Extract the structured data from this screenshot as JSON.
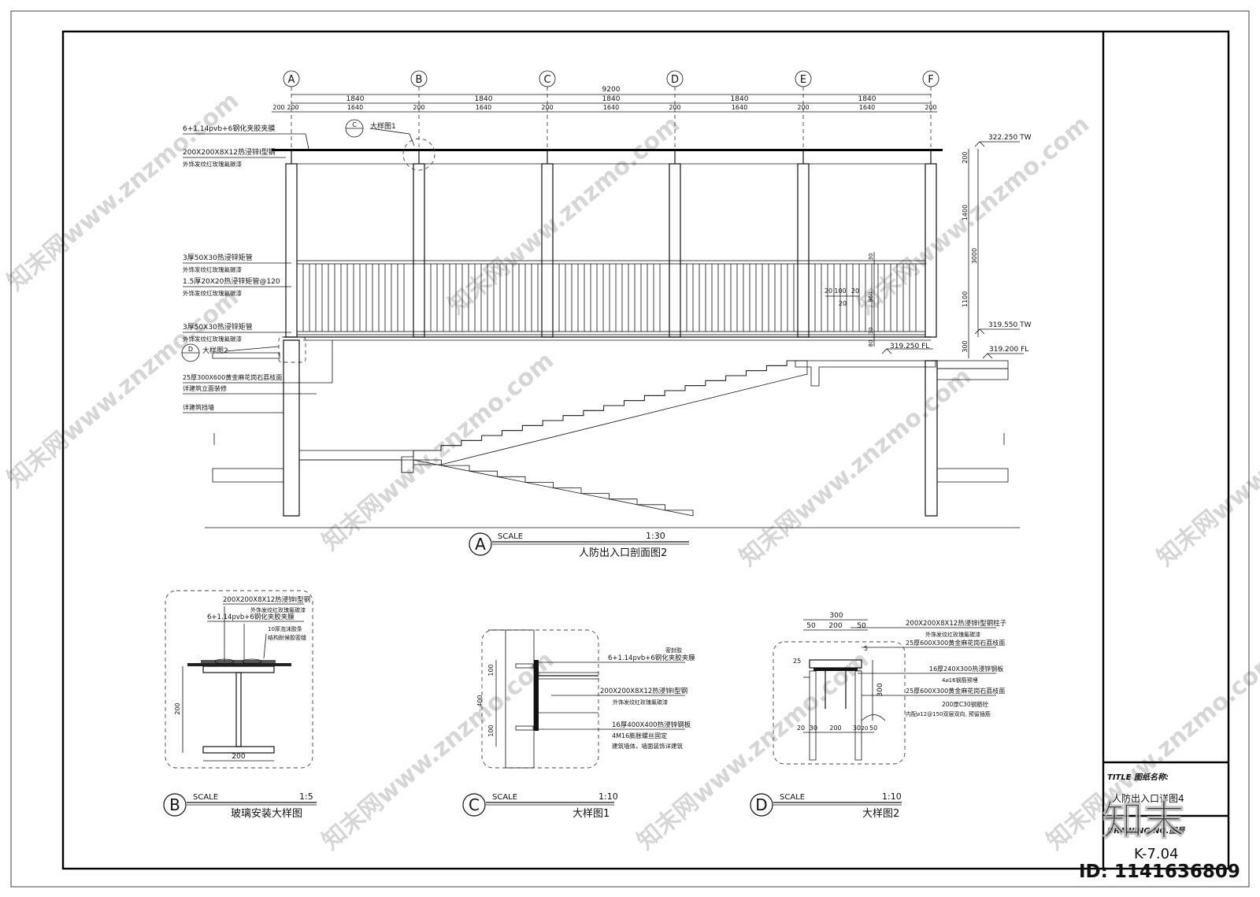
{
  "main_section": {
    "grid_labels": [
      "A",
      "B",
      "C",
      "D",
      "E",
      "F"
    ],
    "overall_dimension": "9200",
    "bay_dimensions": [
      "1840",
      "1840",
      "1840",
      "1840",
      "1840"
    ],
    "sub_dimensions": [
      "200",
      "200",
      "1640",
      "200",
      "1640",
      "200",
      "1640",
      "200",
      "1640",
      "200",
      "1640",
      "200"
    ],
    "notes": [
      "6+1.14pvb+6钢化夹胶夹膜",
      "200X200X8X12热浸锌I型钢",
      "外饰发纹红玫瑰氟碳漆",
      "3厚50X30热浸锌矩管",
      "外饰发纹红玫瑰氟碳漆",
      "1.5厚20X20热浸锌矩管@120",
      "外饰发纹红玫瑰氟碳漆",
      "3厚50X30热浸锌矩管",
      "外饰发纹红玫瑰氟碳漆",
      "25厚300X600黄金麻花岗石荔枝面",
      "详建筑立面装修",
      "详建筑挡墙"
    ],
    "detail_callout_c": {
      "letter": "C",
      "label": "大样图1"
    },
    "detail_callout_d": {
      "letter": "D",
      "label": "大样图2"
    },
    "elevations": [
      "322.250 TW",
      "319.550 TW",
      "319.250 FL",
      "319.200 FL"
    ],
    "right_dims": [
      "200",
      "1400",
      "3000",
      "1100",
      "300"
    ],
    "rail_dims": [
      "30",
      "960",
      "30",
      "80",
      "20",
      "100",
      "20",
      "20"
    ],
    "title": {
      "letter": "A",
      "scale_label": "SCALE",
      "scale": "1:30",
      "name": "人防出入口剖面图2"
    }
  },
  "detail_b": {
    "notes": [
      "200X200X8X12热浸锌I型钢",
      "外饰发纹红玫瑰氟碳漆",
      "6+1.14pvb+6钢化夹胶夹膜",
      "10厚泡沫胶条",
      "结构耐候胶密缝"
    ],
    "dims": [
      "200",
      "200"
    ],
    "title": {
      "letter": "B",
      "scale_label": "SCALE",
      "scale": "1:5",
      "name": "玻璃安装大样图"
    }
  },
  "detail_c": {
    "notes": [
      "密封胶",
      "6+1.14pvb+6钢化夹胶夹膜",
      "200X200X8X12热浸锌I型钢",
      "外饰发纹红玫瑰氟碳漆",
      "16厚400X400热浸锌钢板",
      "4M16膨胀螺丝固定",
      "建筑墙体，墙面装饰详建筑"
    ],
    "dims": [
      "100",
      "400",
      "100"
    ],
    "title": {
      "letter": "C",
      "scale_label": "SCALE",
      "scale": "1:10",
      "name": "大样图1"
    }
  },
  "detail_d": {
    "top_dims": [
      "300",
      "50",
      "200",
      "50"
    ],
    "notes": [
      "200X200X8X12热浸锌I型钢柱子",
      "外饰发纹红玫瑰氟碳漆",
      "25厚600X300黄金麻花岗石荔枝面",
      "16厚240X300热浸锌钢板",
      "4⌀16钢筋预埋",
      "25厚600X300黄金麻花岗石荔枝面",
      "200厚C30钢筋砼",
      "内配⌀12@150双层双向, 预留插筋"
    ],
    "side_dims": [
      "25",
      "5",
      "300"
    ],
    "bottom_dims": [
      "20",
      "30",
      "200",
      "30",
      "20",
      "50"
    ],
    "title": {
      "letter": "D",
      "scale_label": "SCALE",
      "scale": "1:10",
      "name": "大样图2"
    }
  },
  "title_block": {
    "title_label": "TITLE 图纸名称:",
    "drawing_name": "人防出入口详图4",
    "drawing_no_label": "DRAWING NO.图号",
    "drawing_no": "K-7.04"
  },
  "watermarks": {
    "site": "知末网www.znzmo.com",
    "logo": "知末",
    "id": "ID: 1141636809"
  }
}
